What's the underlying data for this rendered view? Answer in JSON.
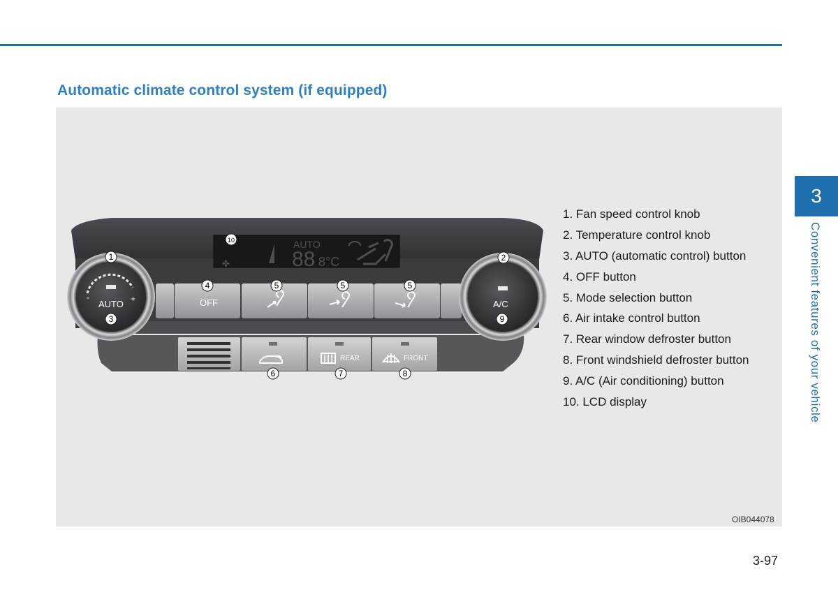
{
  "header": {
    "section_title": "Automatic climate control system (if equipped)"
  },
  "sidebar": {
    "chapter_number": "3",
    "chapter_title": "Convenient features of your vehicle"
  },
  "figure": {
    "code": "OIB044078",
    "panel": {
      "lcd": {
        "mode_text": "AUTO",
        "temp_digits": "88",
        "temp_unit": "8°C"
      },
      "left_knob": {
        "label": "AUTO",
        "minus": "-",
        "plus": "+"
      },
      "right_knob": {
        "label": "A/C"
      },
      "buttons": {
        "off": "OFF",
        "rear": "REAR",
        "front": "FRONT"
      },
      "callouts": {
        "c1": "1",
        "c2": "2",
        "c3": "3",
        "c4": "4",
        "c5a": "5",
        "c5b": "5",
        "c5c": "5",
        "c6": "6",
        "c7": "7",
        "c8": "8",
        "c9": "9",
        "c10": "10"
      }
    },
    "legend": [
      "1. Fan speed control knob",
      "2. Temperature control knob",
      "3. AUTO (automatic control) button",
      "4. OFF button",
      "5. Mode selection button",
      "6. Air intake control button",
      "7. Rear window defroster button",
      "8. Front windshield defroster button",
      "9. A/C (Air conditioning) button",
      "10. LCD display"
    ]
  },
  "footer": {
    "page_number": "3-97"
  },
  "colors": {
    "accent_blue": "#1f6fae",
    "title_blue": "#2f80c2",
    "figure_bg": "#e7e8e8",
    "panel_dark": "#3b3d40",
    "button_gray": "#a9abae"
  }
}
